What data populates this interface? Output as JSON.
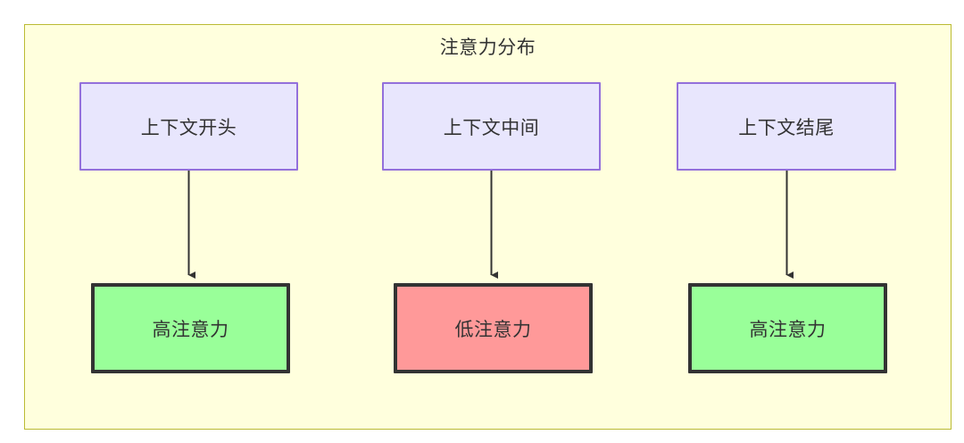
{
  "diagram": {
    "title": "注意力分布",
    "container": {
      "fill": "#ffffdd",
      "stroke": "#bbbb33"
    },
    "colors": {
      "context_fill": "#e8e6fd",
      "context_stroke": "#9370db",
      "high_attention_fill": "#99ff99",
      "low_attention_fill": "#ff9999",
      "node_stroke": "#333333",
      "edge_stroke": "#333333",
      "text": "#333333"
    },
    "columns": [
      {
        "source_label": "上下文开头",
        "target_label": "高注意力",
        "target_state": "high"
      },
      {
        "source_label": "上下文中间",
        "target_label": "低注意力",
        "target_state": "low"
      },
      {
        "source_label": "上下文结尾",
        "target_label": "高注意力",
        "target_state": "high"
      }
    ]
  }
}
